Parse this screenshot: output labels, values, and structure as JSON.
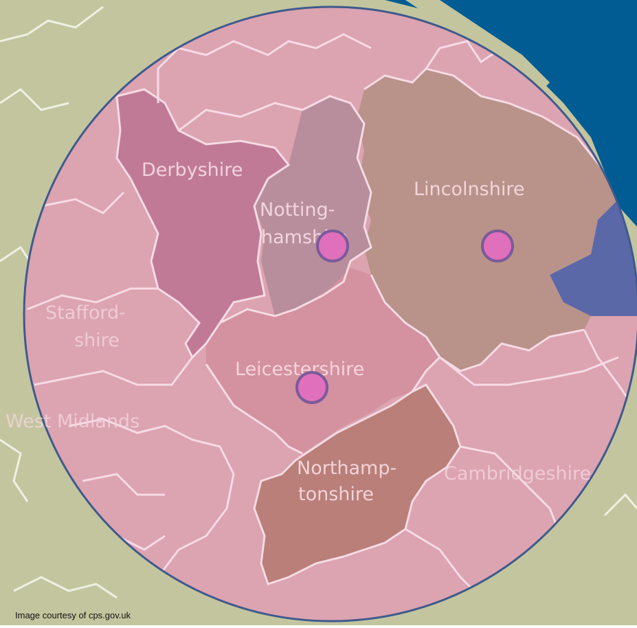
{
  "map": {
    "counties": [
      {
        "name": "Derbyshire",
        "label_lines": [
          "Derbyshire"
        ]
      },
      {
        "name": "Nottinghamshire",
        "label_lines": [
          "Notting-",
          "hamshire"
        ]
      },
      {
        "name": "Lincolnshire",
        "label_lines": [
          "Lincolnshire"
        ]
      },
      {
        "name": "Leicestershire",
        "label_lines": [
          "Leicestershire"
        ]
      },
      {
        "name": "Northamptonshire",
        "label_lines": [
          "Northamp-",
          "tonshire"
        ]
      },
      {
        "name": "Staffordshire",
        "label_lines": [
          "Stafford-",
          "shire"
        ]
      },
      {
        "name": "West Midlands",
        "label_lines": [
          "West Midlands"
        ]
      },
      {
        "name": "Cambridgeshire",
        "label_lines": [
          "Cambridgeshire"
        ]
      }
    ],
    "markers": [
      "Nottinghamshire",
      "Lincolnshire",
      "Leicestershire"
    ],
    "colors": {
      "land": "#c3c59f",
      "sea": "#005c93",
      "circle_overlay": "#e39ab6",
      "circle_stroke": "#3e5a8c",
      "marker_fill": "#e070bc",
      "marker_stroke": "#7a5a9a",
      "boundary": "#f6dbe5"
    }
  },
  "credit": "Image courtesy of cps.gov.uk"
}
